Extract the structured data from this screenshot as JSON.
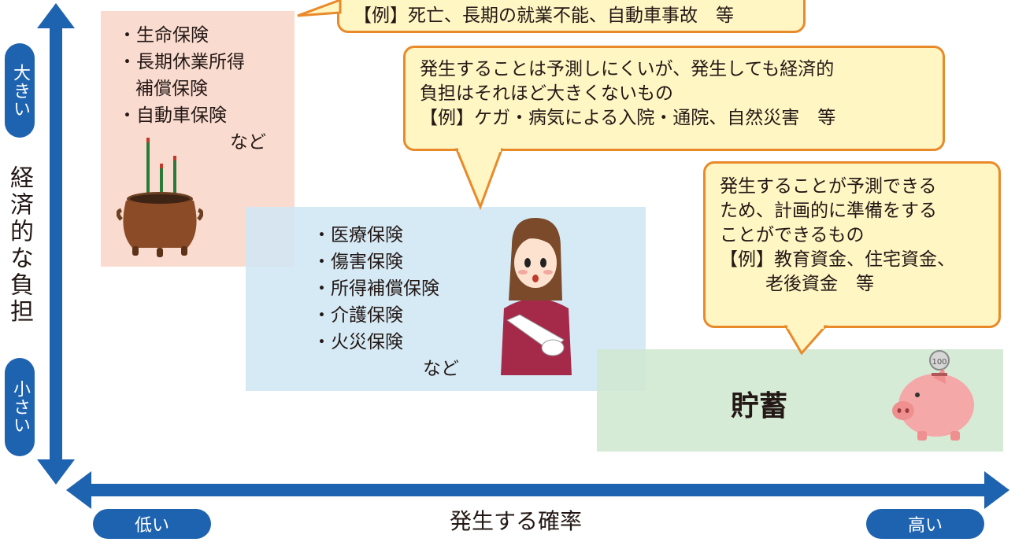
{
  "y_axis": {
    "label": "経済的な負担",
    "top_pill": "大きい",
    "bottom_pill": "小さい"
  },
  "x_axis": {
    "label": "発生する確率",
    "left_pill": "低い",
    "right_pill": "高い"
  },
  "zone_high_burden": {
    "items": [
      "・生命保険",
      "・長期休業所得",
      "補償保険",
      "・自動車保険",
      "など"
    ]
  },
  "zone_medium": {
    "items": [
      "・医療保険",
      "・傷害保険",
      "・所得補償保険",
      "・介護保険",
      "・火災保険",
      "など"
    ]
  },
  "zone_savings": {
    "label": "貯蓄"
  },
  "bubble_top": {
    "lines": [
      "【例】死亡、長期の就業不能、自動車事故　等"
    ]
  },
  "bubble_middle": {
    "lines": [
      "発生することは予測しにくいが、発生しても経済的",
      "負担はそれほど大きくないもの",
      "【例】ケガ・病気による入院・通院、自然災害　等"
    ]
  },
  "bubble_right": {
    "lines": [
      "発生することが予測できる",
      "ため、計画的に準備をする",
      "ことができるもの",
      "【例】教育資金、住宅資金、",
      "老後資金　等"
    ]
  },
  "colors": {
    "axis_blue": "#1e63b0",
    "bubble_border": "#e98a2a",
    "bubble_fill": "#fff6c4",
    "zone_red": "#f9d5c7",
    "zone_blue": "#cfe6f5",
    "zone_green": "#cfe8cf"
  }
}
